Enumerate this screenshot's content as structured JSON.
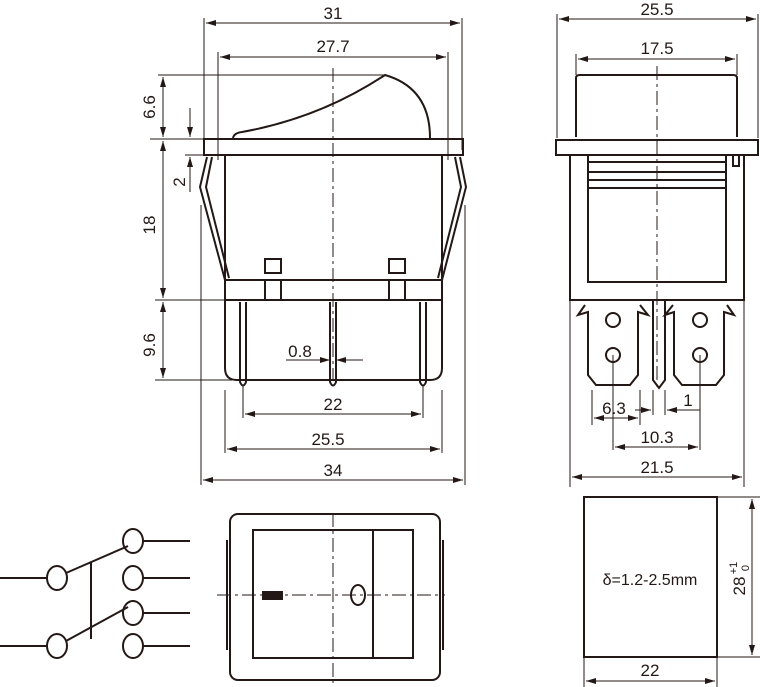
{
  "front_view": {
    "dim_width_total": "31",
    "dim_bezel": "27.7",
    "dim_rocker_height": "6.6",
    "dim_flange": "2",
    "dim_body_height": "18",
    "dim_terminal_length": "9.6",
    "dim_terminal_thickness": "0.8",
    "dim_terminal_pitch": "22",
    "dim_body_width": "25.5",
    "dim_clip_width": "34"
  },
  "side_view": {
    "dim_flange_width": "25.5",
    "dim_cap_width": "17.5",
    "dim_tab_width": "6.3",
    "dim_pin_width": "1",
    "dim_tab_pitch": "10.3",
    "dim_body_depth": "21.5"
  },
  "panel_cutout": {
    "thickness_label": "δ=1.2-2.5mm",
    "height_main": "28",
    "height_tol_upper": "+1",
    "height_tol_lower": "0",
    "width": "22"
  },
  "colors": {
    "line": "#231815"
  }
}
